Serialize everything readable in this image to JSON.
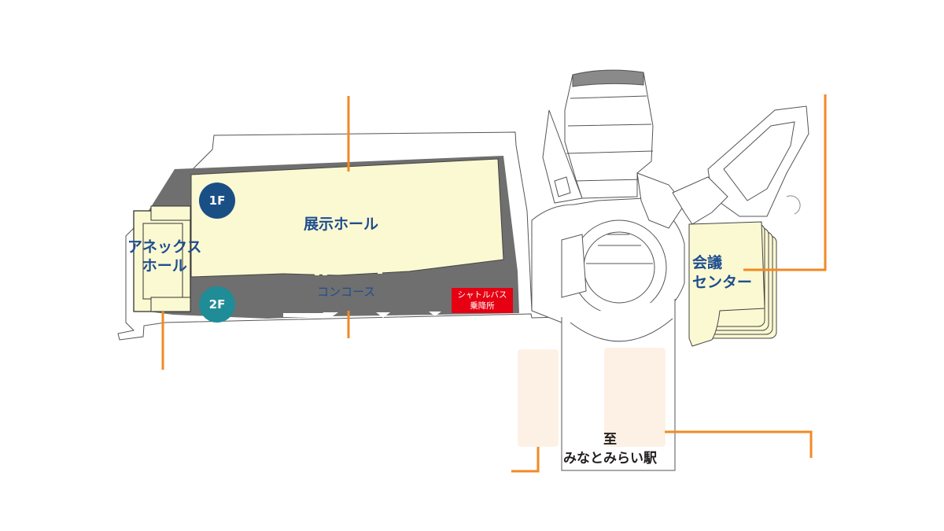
{
  "map": {
    "floors": [
      {
        "id": "1f",
        "label": "1F",
        "color": "#1a4f85"
      },
      {
        "id": "2f",
        "label": "2F",
        "color": "#1f8c97"
      }
    ],
    "areas": {
      "exhibition_hall": "展示ホール",
      "annex_hall": [
        "アネックス",
        "ホール"
      ],
      "concourse": "コンコース",
      "conference_center": [
        "会議",
        "センター"
      ]
    },
    "shuttle_bus_stop": [
      "シャトルバス",
      "乗降所"
    ],
    "station_direction": [
      "至",
      "みなとみらい駅"
    ],
    "colors": {
      "hall_fill": "#fbf9d2",
      "outline": "#4a4a4a",
      "concourse_fill": "#6f6f6f",
      "leader_line": "#f08a24",
      "label_text": "#1f4e8f",
      "shuttle": "#e60012",
      "parking_fill": "#fdf1e6"
    }
  }
}
